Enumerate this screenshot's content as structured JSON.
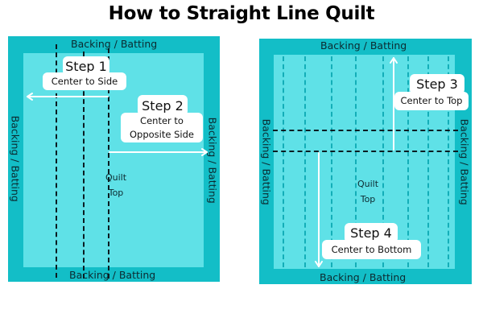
{
  "title": "How to Straight Line Quilt",
  "colors": {
    "backing": "#13bec7",
    "quilt_top": "#5fe1e7",
    "text": "#0c2a30",
    "black_line": "#0b1d22",
    "teal_line": "#13aeb8",
    "arrow": "#ffffff",
    "label_bg": "#ffffff"
  },
  "left_panel": {
    "edge_labels": {
      "top": "Backing / Batting",
      "bottom": "Backing / Batting",
      "left": "Backing / Batting",
      "right": "Backing / Batting"
    },
    "center_label": {
      "line1": "Quilt",
      "line2": "Top"
    },
    "step1": {
      "title": "Step 1",
      "desc": "Center to Side"
    },
    "step2": {
      "title": "Step 2",
      "desc_line1": "Center to",
      "desc_line2": "Opposite Side"
    }
  },
  "right_panel": {
    "edge_labels": {
      "top": "Backing / Batting",
      "bottom": "Backing / Batting",
      "left": "Backing / Batting",
      "right": "Backing / Batting"
    },
    "center_label": {
      "line1": "Quilt",
      "line2": "Top"
    },
    "step3": {
      "title": "Step 3",
      "desc": "Center to Top"
    },
    "step4": {
      "title": "Step 4",
      "desc": "Center to Bottom"
    }
  }
}
